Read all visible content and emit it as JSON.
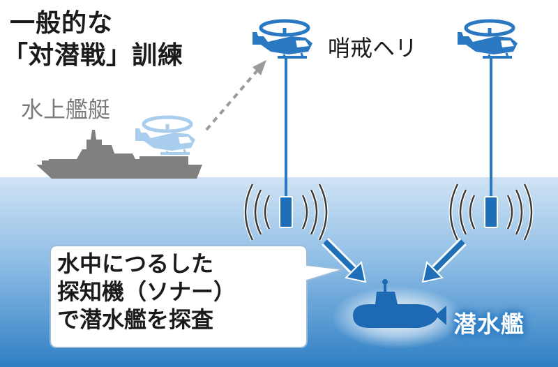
{
  "title": {
    "line1": "一般的な",
    "line2": "「対潜戦」訓練"
  },
  "labels": {
    "surface_ship": "水上艦艇",
    "patrol_helicopter": "哨戒ヘリ",
    "submarine": "潜水艦"
  },
  "callout": {
    "lines": [
      "水中につるした",
      "探知機（ソナー）",
      "で潜水艦を探査"
    ]
  },
  "colors": {
    "sea_top": "#c9e0f3",
    "sea_bottom": "#2f7fc4",
    "helicopter": "#2a78c2",
    "helicopter_faded": "#9fc4e6",
    "ship": "#808080",
    "submarine": "#1d69b3",
    "arrow": "#1f6fb8",
    "dashed_arrow": "#9a9a9a"
  },
  "icons": [
    "helicopter-icon",
    "ship-icon",
    "submarine-icon",
    "sonar-icon",
    "arrow-icon"
  ]
}
